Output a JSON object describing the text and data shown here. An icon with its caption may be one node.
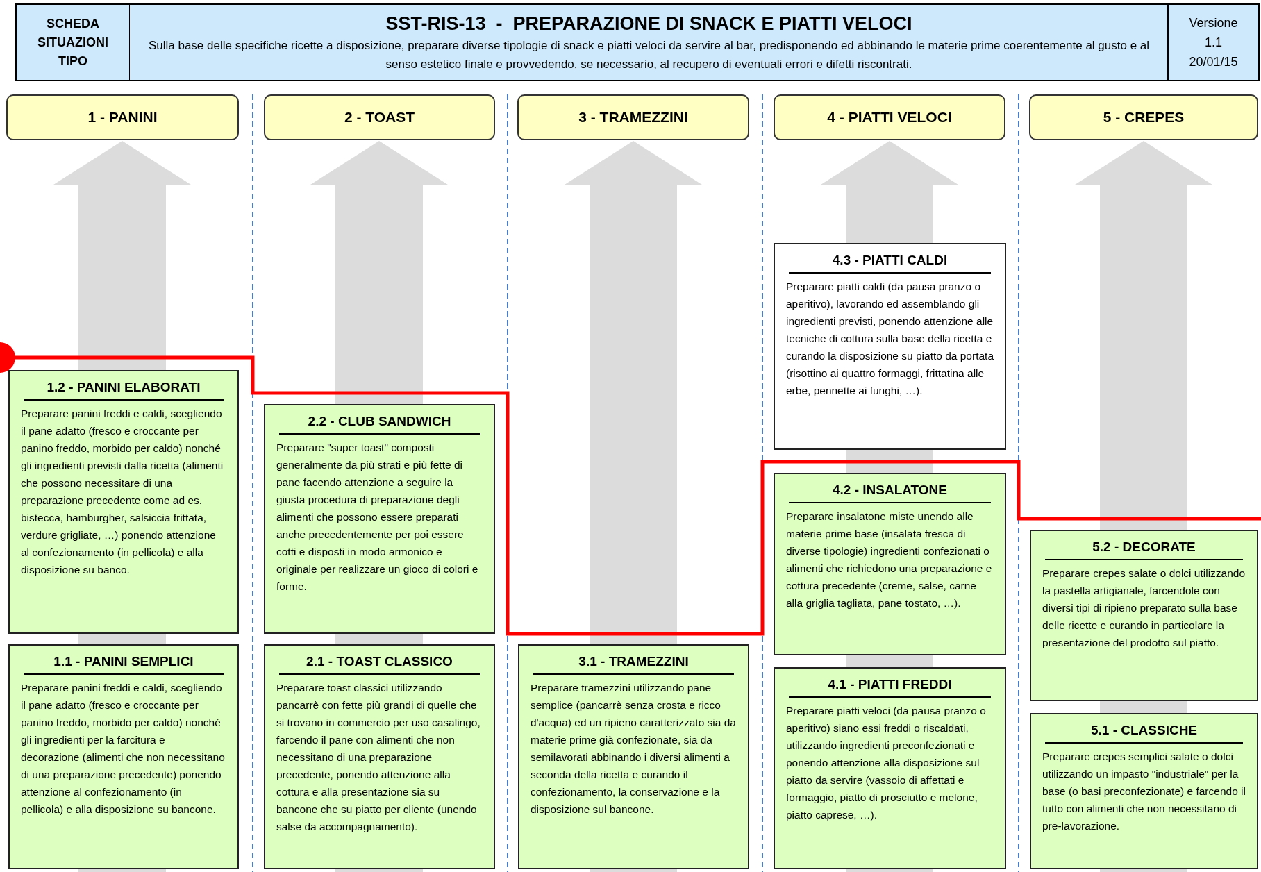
{
  "diagram": {
    "nodes": [
      {
        "text": [
          "SCHEDA SITUAZIONI TIPO"
        ]
      },
      {
        "text": [
          "SST-RIS-13  -  PREPARAZIONE DI SNACK E PIATTI VELOCI",
          "Sulla base delle specifiche ricette a disposizione, preparare diverse tipologie di snack e piatti veloci da servire al bar, predisponendo ed abbinando le materie prime coerentemente al gusto e al senso estetico finale e provvedendo, se necessario, al recupero di eventuali errori e difetti riscontrati."
        ]
      },
      {
        "text": [
          "Versione",
          "1.1",
          "20/01/15"
        ]
      },
      {
        "text": [
          "1 - PANINI"
        ]
      },
      {
        "text": [
          "2 - TOAST"
        ]
      },
      {
        "text": [
          "3 - TRAMEZZINI"
        ]
      },
      {
        "text": [
          "4 - PIATTI VELOCI"
        ]
      },
      {
        "text": [
          "5 - CREPES"
        ]
      },
      {
        "text": [
          "1.2 - PANINI ELABORATI",
          "Preparare panini freddi e caldi, scegliendo il pane adatto (fresco e croccante per panino freddo, morbido per caldo) nonché gli ingredienti previsti dalla ricetta (alimenti che possono necessitare di una preparazione precedente come ad es. bistecca, hamburgher, salsiccia frittata, verdure grigliate, …) ponendo attenzione al confezionamento (in pellicola) e alla disposizione su banco."
        ]
      },
      {
        "text": [
          "1.1 - PANINI SEMPLICI",
          "Preparare panini freddi e caldi, scegliendo il pane adatto (fresco e croccante per panino freddo, morbido per caldo) nonché gli ingredienti per la farcitura e decorazione (alimenti che non necessitano di una preparazione precedente) ponendo attenzione al confezionamento (in pellicola) e alla disposizione su bancone."
        ]
      },
      {
        "text": [
          "2.2 - CLUB SANDWICH",
          "Preparare \"super toast\" composti generalmente da più strati e più fette di pane facendo attenzione a seguire la giusta procedura di preparazione degli alimenti che possono essere preparati anche precedentemente per poi essere cotti e disposti in modo armonico e originale per realizzare un gioco di colori e forme."
        ]
      },
      {
        "text": [
          "2.1 - TOAST CLASSICO",
          "Preparare toast classici utilizzando pancarrè con fette più grandi di quelle che si trovano in commercio per uso casalingo, farcendo il pane con alimenti che non necessitano di una preparazione precedente, ponendo attenzione alla cottura e alla presentazione sia su bancone che su piatto per cliente (unendo salse da accompagnamento)."
        ]
      },
      {
        "text": [
          "3.1 - TRAMEZZINI",
          "Preparare tramezzini utilizzando pane semplice (pancarrè senza crosta e ricco d'acqua) ed un ripieno caratterizzato sia da materie prime già confezionate, sia da semilavorati abbinando i diversi alimenti a seconda della ricetta e curando il confezionamento, la conservazione e la disposizione sul bancone."
        ]
      },
      {
        "text": [
          "4.3 - PIATTI CALDI",
          "Preparare piatti caldi (da pausa pranzo o aperitivo), lavorando ed assemblando gli ingredienti previsti, ponendo attenzione alle tecniche di cottura sulla base della ricetta e curando la disposizione su piatto da portata (risottino ai quattro formaggi, frittatina alle erbe, pennette ai funghi, …)."
        ]
      },
      {
        "text": [
          "4.2 - INSALATONE",
          "Preparare insalatone miste unendo alle materie prime base (insalata fresca di diverse tipologie) ingredienti confezionati o alimenti che richiedono una preparazione e cottura precedente (creme, salse, carne alla griglia tagliata, pane tostato, …)."
        ]
      },
      {
        "text": [
          "4.1 - PIATTI FREDDI",
          "Preparare piatti veloci (da pausa pranzo o aperitivo) siano essi freddi o riscaldati, utilizzando ingredienti preconfezionati e ponendo attenzione alla disposizione sul piatto da servire (vassoio di affettati e formaggio, piatto di prosciutto e melone, piatto caprese, …)."
        ]
      },
      {
        "text": [
          "5.2 - DECORATE",
          "Preparare crepes salate o dolci utilizzando la pastella artigianale, farcendole con diversi tipi di ripieno preparato sulla base delle ricette e curando in particolare la presentazione del prodotto sul piatto."
        ]
      },
      {
        "text": [
          "5.1 - CLASSICHE",
          "Preparare crepes semplici salate o dolci utilizzando un impasto \"industriale\" per la base (o basi preconfezionate) e farcendo il tutto con alimenti che non necessitano di pre-lavorazione."
        ]
      }
    ]
  }
}
